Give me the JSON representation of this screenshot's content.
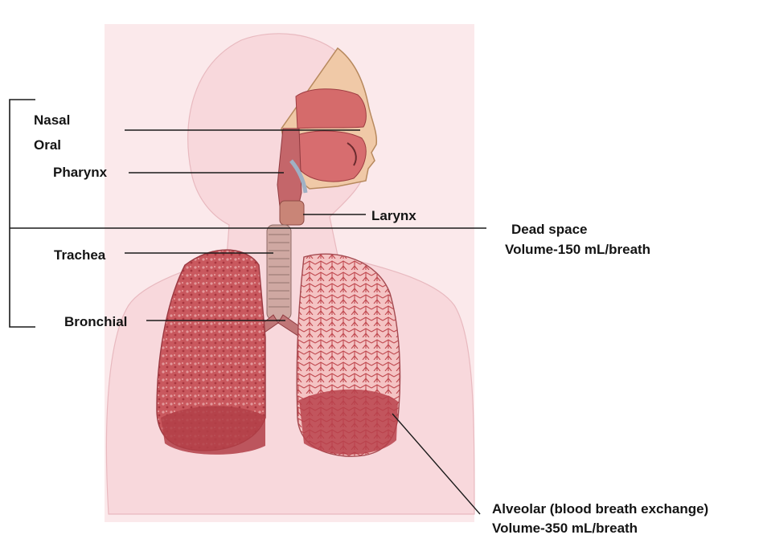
{
  "labels": {
    "nasal": "Nasal",
    "oral": "Oral",
    "pharynx": "Pharynx",
    "larynx": "Larynx",
    "trachea": "Trachea",
    "bronchial": "Bronchial",
    "dead_space_title": "Dead space",
    "dead_space_volume": "Volume-150 mL/breath",
    "alveolar_title": "Alveolar (blood breath exchange)",
    "alveolar_volume": "Volume-350 mL/breath"
  },
  "colors": {
    "body_fill": "#f9dde0",
    "background_pink": "#fcecee",
    "lung_fill": "#c9585e",
    "lung_dark": "#b23e47",
    "airway_fill": "#c4666a",
    "trachea_ring": "#cfa8a2",
    "line": "#1a1a1a"
  }
}
